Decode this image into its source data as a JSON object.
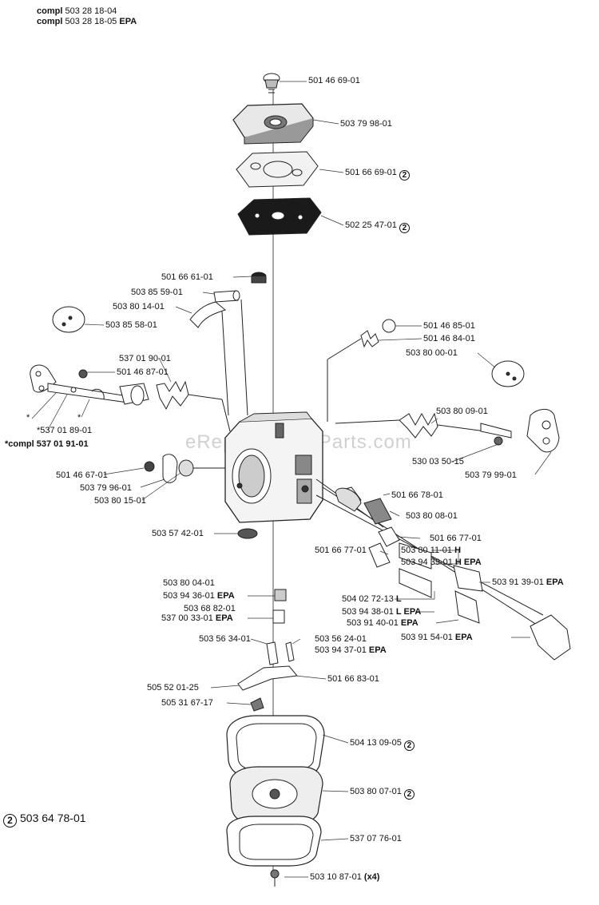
{
  "header": {
    "line1_prefix": "compl",
    "line1_num": "503 28 18-04",
    "line2_prefix": "compl",
    "line2_num": "503 28 18-05",
    "line2_suffix": "EPA"
  },
  "watermark": "eReplacementParts.com",
  "legend": {
    "symbol": "2",
    "part": "503 64 78-01"
  },
  "labels": [
    {
      "id": "p01",
      "num": "501 46 69-01"
    },
    {
      "id": "p02",
      "num": "503 79 98-01"
    },
    {
      "id": "p03",
      "num": "501 66 69-01",
      "mark": "2"
    },
    {
      "id": "p04",
      "num": "502 25 47-01",
      "mark": "2"
    },
    {
      "id": "p05",
      "num": "501 66 61-01"
    },
    {
      "id": "p06",
      "num": "503 85 59-01"
    },
    {
      "id": "p07",
      "num": "503 80 14-01"
    },
    {
      "id": "p08",
      "num": "503 85 58-01"
    },
    {
      "id": "p09",
      "num": "501 46 85-01"
    },
    {
      "id": "p10",
      "num": "501 46 84-01"
    },
    {
      "id": "p11",
      "num": "537 01 90-01"
    },
    {
      "id": "p12",
      "num": "501 46 87-01"
    },
    {
      "id": "p13",
      "num": "503 80 00-01"
    },
    {
      "id": "p14",
      "num": "*"
    },
    {
      "id": "p15",
      "num": "*"
    },
    {
      "id": "p16",
      "num": "503 80 09-01"
    },
    {
      "id": "p17",
      "num": "*537 01 89-01"
    },
    {
      "id": "p18",
      "num": "*compl 537 01 91-01"
    },
    {
      "id": "p19",
      "num": "530 03 50-15"
    },
    {
      "id": "p20",
      "num": "501 46 67-01"
    },
    {
      "id": "p21",
      "num": "503 79 99-01"
    },
    {
      "id": "p22",
      "num": "503 79 96-01"
    },
    {
      "id": "p23",
      "num": "503 80 15-01"
    },
    {
      "id": "p24",
      "num": "501 66 78-01"
    },
    {
      "id": "p25",
      "num": "503 80 08-01"
    },
    {
      "id": "p26",
      "num": "503 57 42-01"
    },
    {
      "id": "p27",
      "num": "501 66 77-01"
    },
    {
      "id": "p28",
      "num": "503 80 11-01",
      "suffix": "H"
    },
    {
      "id": "p29",
      "num": "503 94 39-01",
      "suffix": "H EPA"
    },
    {
      "id": "p30",
      "num": "501 66 77-01"
    },
    {
      "id": "p31",
      "num": "503 91 39-01",
      "suffix": "EPA"
    },
    {
      "id": "p32",
      "num": "503 80 04-01"
    },
    {
      "id": "p33",
      "num": "503 94 36-01",
      "suffix": "EPA"
    },
    {
      "id": "p34",
      "num": "504 02 72-13",
      "suffix": "L"
    },
    {
      "id": "p35",
      "num": "503 68 82-01"
    },
    {
      "id": "p36",
      "num": "503 94 38-01",
      "suffix": "L EPA"
    },
    {
      "id": "p37",
      "num": "537 00 33-01",
      "suffix": "EPA"
    },
    {
      "id": "p38",
      "num": "503 91 40-01",
      "suffix": "EPA"
    },
    {
      "id": "p39",
      "num": "503 91 54-01",
      "suffix": "EPA"
    },
    {
      "id": "p40",
      "num": "503 56 34-01"
    },
    {
      "id": "p41",
      "num": "503 56 24-01"
    },
    {
      "id": "p42",
      "num": "503 94 37-01",
      "suffix": "EPA"
    },
    {
      "id": "p43",
      "num": "501 66 83-01"
    },
    {
      "id": "p44",
      "num": "505 52 01-25"
    },
    {
      "id": "p45",
      "num": "505 31 67-17"
    },
    {
      "id": "p46",
      "num": "504 13 09-05",
      "mark": "2"
    },
    {
      "id": "p47",
      "num": "503 80 07-01",
      "mark": "2"
    },
    {
      "id": "p48",
      "num": "537 07 76-01"
    },
    {
      "id": "p49",
      "num": "503 10 87-01",
      "suffix": "(x4)"
    }
  ]
}
